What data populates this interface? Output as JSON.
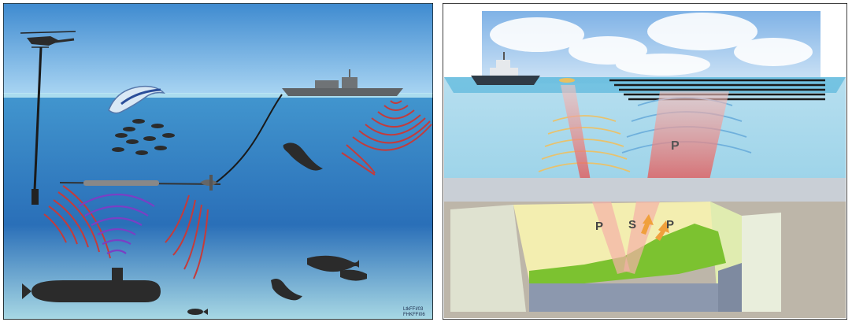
{
  "left_panel": {
    "credit_line1": "LtkFFI/03",
    "credit_line2": "FHKFFI06"
  },
  "right_panel": {
    "wave_labels": [
      "P",
      "P",
      "S",
      "P"
    ]
  },
  "colors": {
    "sky_top": "#4a92d2",
    "sea_surface": "#8fd4e6",
    "sea_deep": "#1f5ea6",
    "sonar_red": "#c43b3b",
    "sonar_purple": "#7a3fc4",
    "seabed_green": "#7cc230",
    "arrow_orange": "#f0a03c"
  }
}
